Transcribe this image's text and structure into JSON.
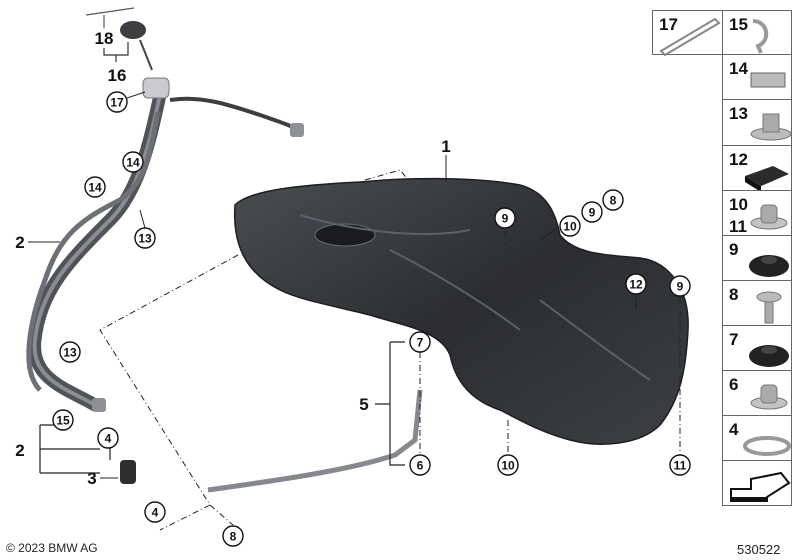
{
  "diagram": {
    "callouts": [
      {
        "text": "18",
        "style": "bold"
      },
      {
        "text": "16",
        "style": "bold"
      },
      {
        "text": "17",
        "style": "circle"
      },
      {
        "text": "14",
        "style": "circle"
      },
      {
        "text": "14",
        "style": "circle"
      },
      {
        "text": "13",
        "style": "circle"
      },
      {
        "text": "2",
        "style": "bold"
      },
      {
        "text": "13",
        "style": "circle"
      },
      {
        "text": "15",
        "style": "circle"
      },
      {
        "text": "4",
        "style": "circle"
      },
      {
        "text": "2",
        "style": "bold"
      },
      {
        "text": "3",
        "style": "bold"
      },
      {
        "text": "4",
        "style": "circle"
      },
      {
        "text": "1",
        "style": "bold"
      },
      {
        "text": "9",
        "style": "circle"
      },
      {
        "text": "10",
        "style": "circle"
      },
      {
        "text": "9",
        "style": "circle"
      },
      {
        "text": "8",
        "style": "circle"
      },
      {
        "text": "12",
        "style": "circle"
      },
      {
        "text": "9",
        "style": "circle"
      },
      {
        "text": "11",
        "style": "circle"
      },
      {
        "text": "7",
        "style": "circle"
      },
      {
        "text": "5",
        "style": "bold"
      },
      {
        "text": "6",
        "style": "circle"
      },
      {
        "text": "10",
        "style": "circle"
      },
      {
        "text": "8",
        "style": "circle"
      }
    ],
    "parts_column": [
      {
        "label": "17",
        "part": "cable-tie"
      },
      {
        "label": "15",
        "part": "hose-clip"
      },
      {
        "label": "14",
        "part": "clip"
      },
      {
        "label": "13",
        "part": "collar-nut"
      },
      {
        "label": "12",
        "part": "foam-pad"
      },
      {
        "label": "10\n11",
        "part": "bushing"
      },
      {
        "label": "9",
        "part": "rubber-grommet"
      },
      {
        "label": "8",
        "part": "bolt"
      },
      {
        "label": "7",
        "part": "rubber-grommet"
      },
      {
        "label": "6",
        "part": "bushing"
      },
      {
        "label": "4",
        "part": "hose-clamp"
      },
      {
        "label": "",
        "part": "arrow-symbol"
      }
    ],
    "copyright": "© 2023 BMW AG",
    "diagram_number": "530522"
  }
}
